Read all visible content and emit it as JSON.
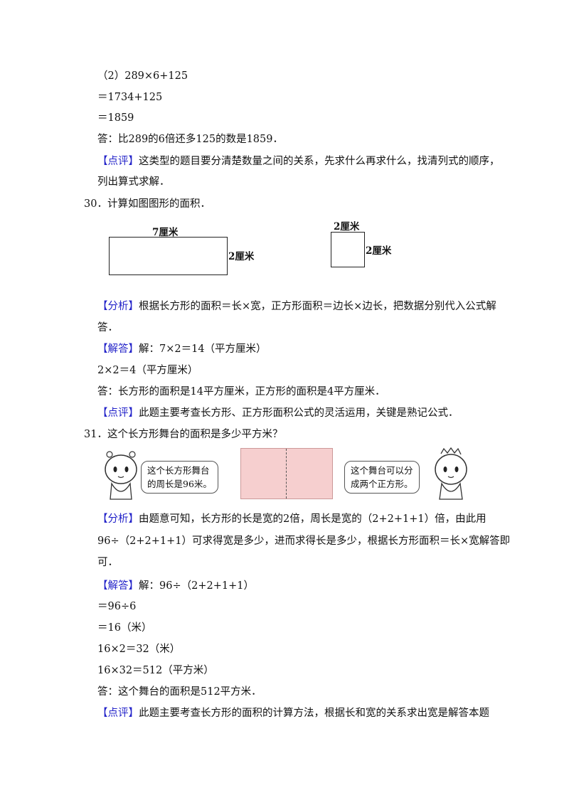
{
  "lines": {
    "l1": "（2）289×6+125",
    "l2": "＝1734+125",
    "l3": "＝1859",
    "l4": "答：比289的6倍还多125的数是1859．",
    "l5_tag": "【点评】",
    "l5_text": "这类型的题目要分清楚数量之间的关系，先求什么再求什么，找清列式的顺序，",
    "l6": "列出算式求解．",
    "q30": "30．计算如图图形的面积．",
    "a30_tag": "【分析】",
    "a30_text": "根据长方形的面积＝长×宽，正方形面积＝边长×边长，把数据分别代入公式解",
    "a30_text2": "答．",
    "s30_tag": "【解答】",
    "s30_text": "解：7×2＝14（平方厘米）",
    "s30_2": "2×2＝4（平方厘米）",
    "s30_3": "答：长方形的面积是14平方厘米，正方形的面积是4平方厘米．",
    "c30_tag": "【点评】",
    "c30_text": "此题主要考查长方形、正方形面积公式的灵活运用，关键是熟记公式．",
    "q31": "31．这个长方形舞台的面积是多少平方米？",
    "a31_tag": "【分析】",
    "a31_text": "由题意可知，长方形的长是宽的2倍，周长是宽的（2+2+1+1）倍，由此用",
    "a31_text2": "96÷（2+2+1+1）可求得宽是多少，进而求得长是多少，根据长方形面积＝长×宽解答即",
    "a31_text3": "可．",
    "s31_tag": "【解答】",
    "s31_text": "解：96÷（2+2+1+1）",
    "s31_2": "＝96÷6",
    "s31_3": "＝16（米）",
    "s31_4": "16×2＝32（米）",
    "s31_5": "16×32＝512（平方米）",
    "s31_6": "答：这个舞台的面积是512平方米．",
    "c31_tag": "【点评】",
    "c31_text": "此题主要考查长方形的面积的计算方法，根据长和宽的关系求出宽是解答本题"
  },
  "figure30": {
    "rect_top": "7厘米",
    "rect_right": "2厘米",
    "square_top": "2厘米",
    "square_right": "2厘米"
  },
  "figure31": {
    "bubble_left_1": "这个长方形舞台",
    "bubble_left_2": "的周长是96米。",
    "bubble_right_1": "这个舞台可以分",
    "bubble_right_2": "成两个正方形。"
  },
  "colors": {
    "tag": "#2323c9",
    "stage": "#f6cfcf"
  }
}
